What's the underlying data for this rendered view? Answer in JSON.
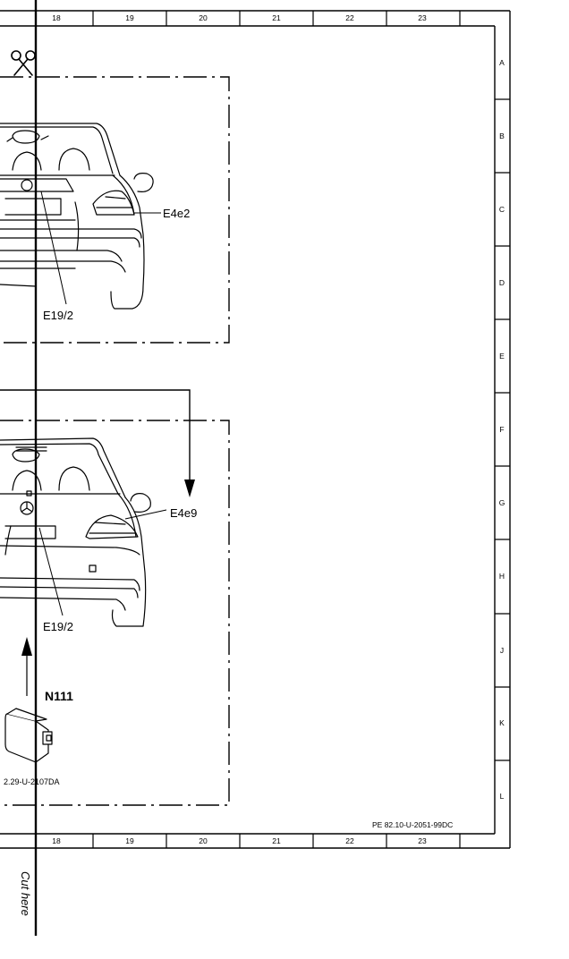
{
  "top_columns": [
    "18",
    "19",
    "20",
    "21",
    "22",
    "23"
  ],
  "bottom_columns": [
    "18",
    "19",
    "20",
    "21",
    "22",
    "23"
  ],
  "rows": [
    "A",
    "B",
    "C",
    "D",
    "E",
    "F",
    "G",
    "H",
    "J",
    "K",
    "L"
  ],
  "labels": {
    "upper_lamp": "E4e2",
    "upper_plate_lamp": "E19/2",
    "lower_lamp": "E4e9",
    "lower_plate_lamp": "E19/2",
    "module": "N111",
    "module_ref": "2.29-U-2107DA",
    "document_ref": "PE 82.10-U-2051-99DC",
    "cut_here": "Cut here"
  },
  "icons": [
    "scissors-icon"
  ]
}
